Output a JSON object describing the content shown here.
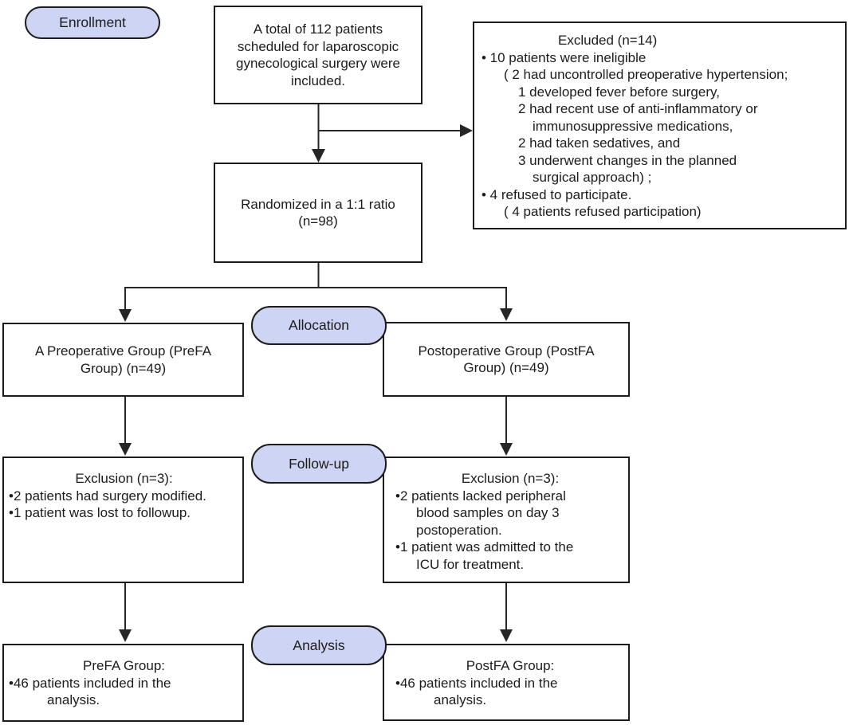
{
  "colors": {
    "stage_pill_fill": "#cdd4f4",
    "box_border": "#1c1c1c",
    "box_fill": "#ffffff",
    "connector_line": "#262626",
    "text": "#1c1c1c"
  },
  "stages": {
    "enrollment": "Enrollment",
    "allocation": "Allocation",
    "followup": "Follow-up",
    "analysis": "Analysis"
  },
  "boxes": {
    "included": {
      "lines": [
        "A total of 112 patients",
        "scheduled for laparoscopic",
        "gynecological surgery were",
        "included."
      ]
    },
    "excluded": {
      "title": "Excluded (n=14)",
      "lines": [
        "• 10 patients were ineligible",
        "( 2 had uncontrolled preoperative hypertension;",
        "1 developed fever before surgery,",
        "2 had recent use of anti-inflammatory or",
        "immunosuppressive medications,",
        "2 had taken sedatives, and",
        "3 underwent changes in the planned",
        "surgical approach) ;",
        "• 4 refused to participate.",
        "( 4 patients refused participation)"
      ]
    },
    "randomized": {
      "lines": [
        "Randomized in a 1:1 ratio",
        "(n=98)"
      ]
    },
    "pre_group": {
      "lines": [
        "A Preoperative Group (PreFA",
        "Group) (n=49)"
      ]
    },
    "post_group": {
      "lines": [
        "Postoperative Group (PostFA",
        "Group) (n=49)"
      ]
    },
    "pre_followup": {
      "title": "Exclusion (n=3):",
      "lines": [
        "•2 patients had surgery modified.",
        "•1 patient was lost to followup."
      ]
    },
    "post_followup": {
      "title": "Exclusion (n=3):",
      "lines": [
        "•2 patients lacked peripheral",
        "blood samples on day 3",
        "postoperation.",
        "•1 patient was admitted to the",
        "ICU for treatment."
      ]
    },
    "pre_analysis": {
      "title": "PreFA Group:",
      "lines": [
        "•46 patients included in the",
        "analysis."
      ]
    },
    "post_analysis": {
      "title": "PostFA Group:",
      "lines": [
        "•46 patients included in the",
        "analysis."
      ]
    }
  }
}
